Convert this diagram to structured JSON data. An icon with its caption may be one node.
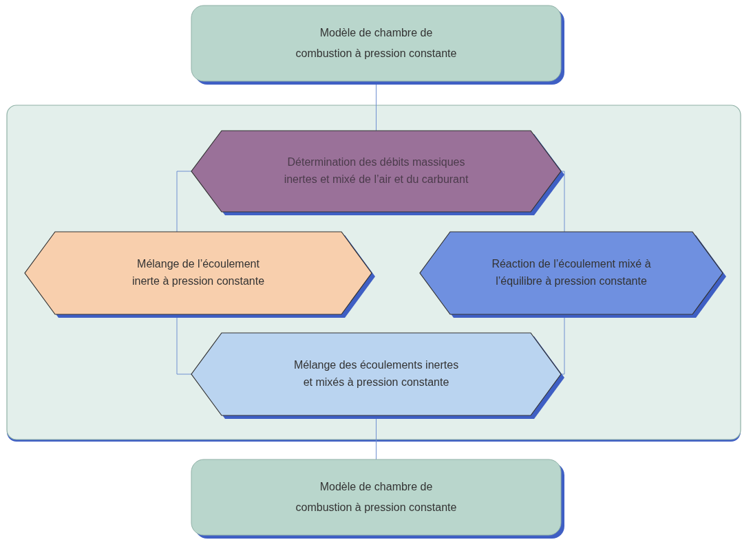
{
  "diagram": {
    "nodes": [
      {
        "text": [
          "Modèle de chambre de combustion à pression constante"
        ]
      },
      {
        "text": [],
        "shape": "box"
      },
      {
        "text": [
          "Détermination des débits massiques inertes et mixé de l’air et du carburant"
        ],
        "in": 1
      },
      {
        "text": [
          "Mélange de l’écoulement inerte à pression constante"
        ],
        "in": 1
      },
      {
        "text": [
          "Réaction de l’écoulement mixé à l’équilibre à pression constante"
        ],
        "in": 1
      },
      {
        "text": [
          "Mélange des écoulements inertes et mixés à pression constante"
        ],
        "in": 1
      },
      {
        "text": [
          "Modèle de chambre de combustion à pression constante"
        ]
      }
    ],
    "edges": [
      {
        "from": 0,
        "to": 2,
        "arrow": "none"
      },
      {
        "from": 2,
        "to": 3,
        "arrow": "none"
      },
      {
        "from": 2,
        "to": 4,
        "arrow": "none"
      },
      {
        "from": 3,
        "to": 5,
        "arrow": "none"
      },
      {
        "from": 4,
        "to": 5,
        "arrow": "none"
      },
      {
        "from": 5,
        "to": 6,
        "arrow": "none"
      }
    ]
  }
}
